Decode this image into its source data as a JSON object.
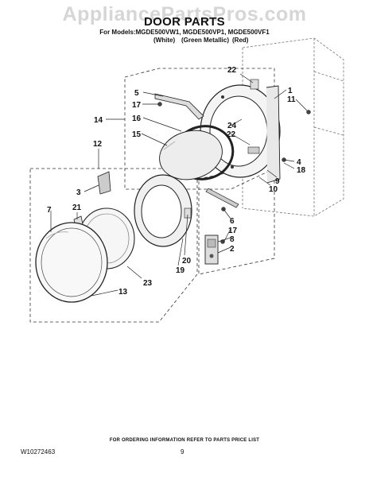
{
  "watermark": "AppliancePartsPros.com",
  "header": {
    "title": "DOOR PARTS",
    "models": "For Models:MGDE500VW1, MGDE500VP1, MGDE500VF1",
    "colors": [
      "(White)",
      "(Green Metallic)",
      "(Red)"
    ]
  },
  "callouts": [
    "22",
    "1",
    "5",
    "11",
    "17",
    "14",
    "16",
    "24",
    "22",
    "15",
    "12",
    "4",
    "18",
    "9",
    "10",
    "3",
    "7",
    "21",
    "6",
    "17",
    "8",
    "2",
    "20",
    "19",
    "23",
    "13"
  ],
  "footer": {
    "note": "FOR ORDERING INFORMATION REFER TO PARTS PRICE LIST",
    "doc_number": "W10272463",
    "page_number": "9"
  }
}
